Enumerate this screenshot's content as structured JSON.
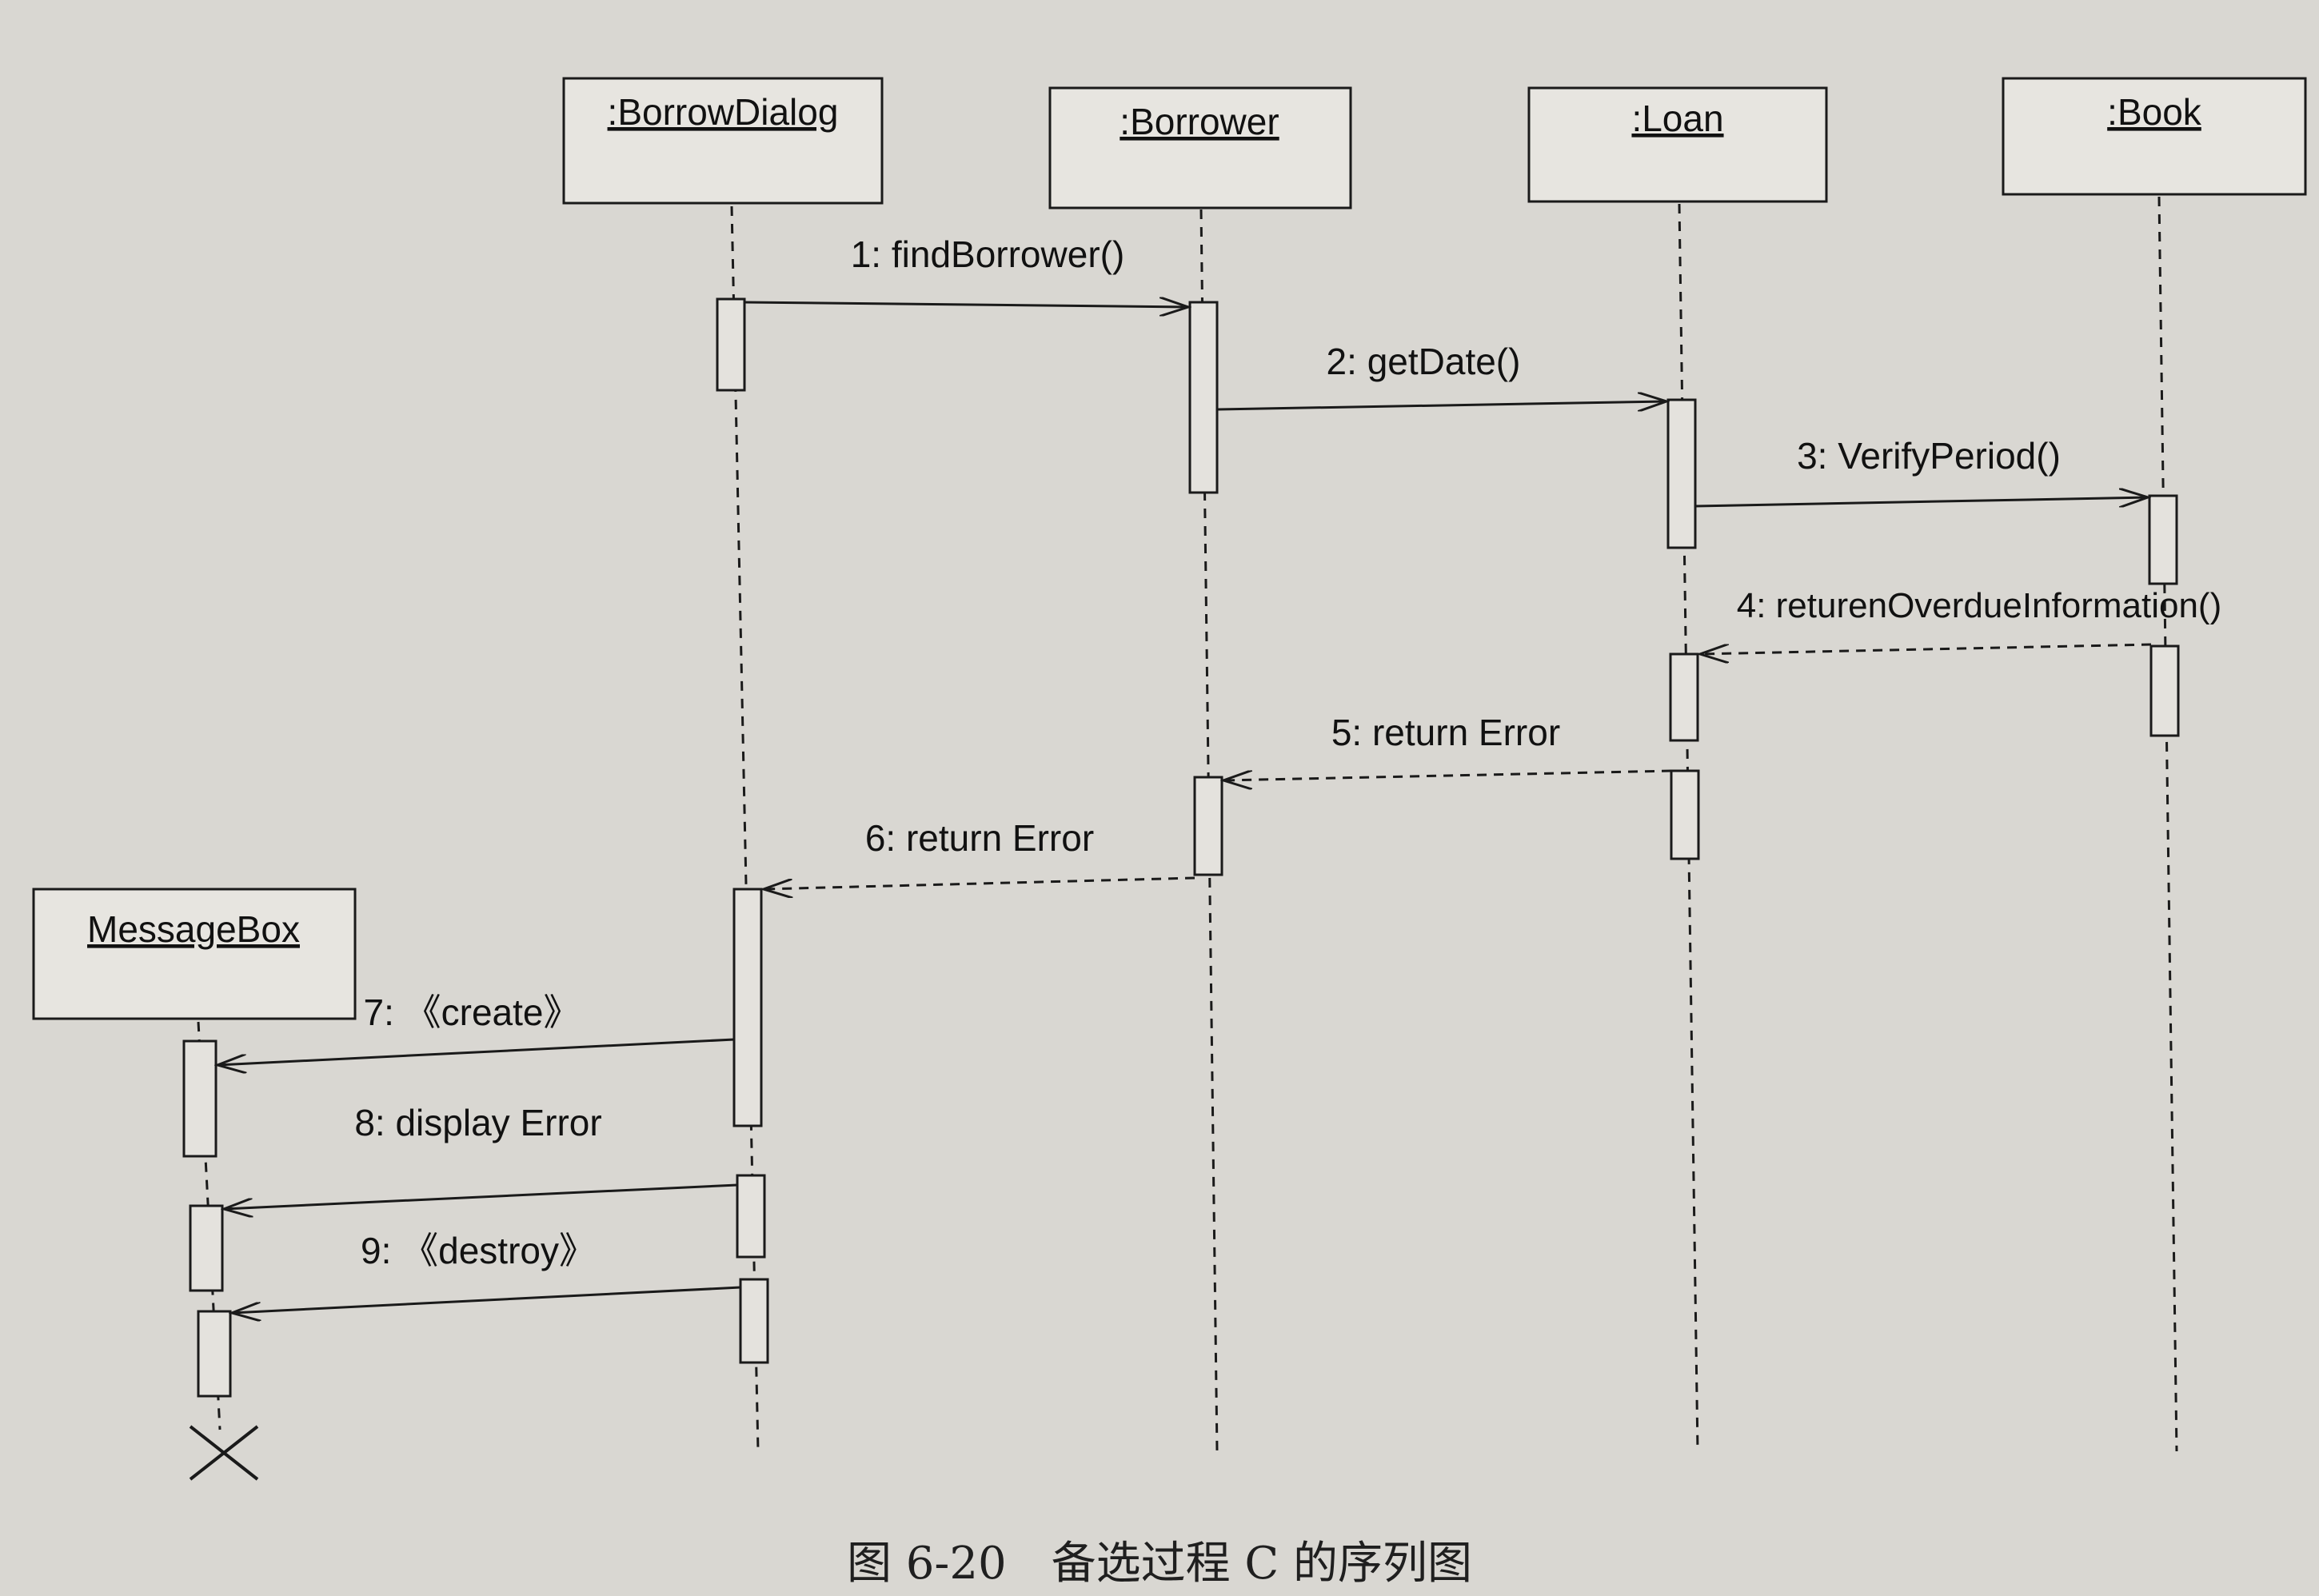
{
  "diagram": {
    "objects": [
      {
        "id": "dialog",
        "label": ":BorrowDialog"
      },
      {
        "id": "borrower",
        "label": ":Borrower"
      },
      {
        "id": "loan",
        "label": ":Loan"
      },
      {
        "id": "book",
        "label": ":Book"
      },
      {
        "id": "msgbox",
        "label": "MessageBox"
      }
    ],
    "messages": [
      {
        "label": "1: findBorrower()",
        "from": "dialog",
        "to": "borrower",
        "style": "solid"
      },
      {
        "label": "2: getDate()",
        "from": "borrower",
        "to": "loan",
        "style": "solid"
      },
      {
        "label": "3: VerifyPeriod()",
        "from": "loan",
        "to": "book",
        "style": "solid"
      },
      {
        "label": "4: returenOverdueInformation()",
        "from": "book",
        "to": "loan",
        "style": "dashed"
      },
      {
        "label": "5: return Error",
        "from": "loan",
        "to": "borrower",
        "style": "dashed"
      },
      {
        "label": "6: return Error",
        "from": "borrower",
        "to": "dialog",
        "style": "dashed"
      },
      {
        "label": "7: 《create》",
        "from": "dialog",
        "to": "msgbox",
        "style": "solid"
      },
      {
        "label": "8: display Error",
        "from": "dialog",
        "to": "msgbox",
        "style": "solid"
      },
      {
        "label": "9: 《destroy》",
        "from": "dialog",
        "to": "msgbox",
        "style": "solid"
      }
    ],
    "caption": "图 6-20　备选过程 C 的序列图"
  }
}
